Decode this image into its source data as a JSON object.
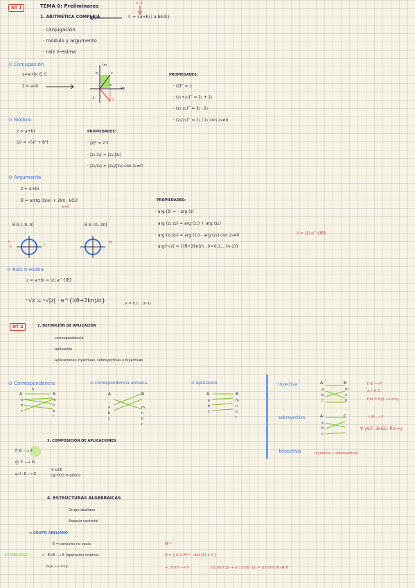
{
  "header": {
    "tag1": "NT 1",
    "title": "TEMA 0:  Preliminares",
    "section1": "1. ARITMÉTICA COMPLEJA",
    "set_def": "ℂ = {a+bi | a,b∈ℝ}",
    "sqrt_note": "√-1",
    "bullets": [
      "· conjugación",
      "· módulo y argumento",
      "· raíz n-esima"
    ]
  },
  "conj": {
    "title": "⊙ Conjugación",
    "z": "z=a+bi ∈ ℂ",
    "zbar": "z̄ = a-bi",
    "axis_b": "b",
    "axis_a": "a",
    "axis_neg_b": "-b",
    "axis_re": "Re",
    "axis_im": "Im",
    "axis_neg": "-1",
    "z_lbl": "z",
    "zbar_lbl": "z̄",
    "props_title": "PROPIEDADES:",
    "props": [
      "· (z̄)‾ = z",
      "· (z₁+z₂)‾ = z̄₁ + z̄₂",
      "· (z₁·z₂)‾ = z̄₁ · z̄₂",
      "· (z₁/z₂)‾ = z̄₁ / z̄₂      con z₂≠0"
    ]
  },
  "modulo": {
    "title": "⊙ Módulo",
    "z": "z = a+bi",
    "mod": "|z| = √(a² + b²)",
    "props_title": "PROPIEDADES:",
    "props": [
      "· |z|² = z·z̄",
      "· |z₁·z₂| = |z₁||z₂|",
      "· |z₁/z₂| = |z₁|/|z₂|        con z₂≠0"
    ]
  },
  "argumento": {
    "title": "⊙ Argumento",
    "z": "z = a+bi",
    "theta": "θ = arctg (b/a) + 2kπ , k∈ℤ",
    "k0": "k=0",
    "range1": "θ ∈ [-π, π]",
    "range2": "θ ∈ (0, 2π]",
    "pi_lbl": "π",
    "neg_pi": "-π",
    "zero_lbl": "0",
    "two_pi": "2π",
    "props_title": "PROPIEDADES:",
    "props": [
      "· arg (z̄) = - arg (z)",
      "· arg (z₁·z₂) = arg (z₁) + arg (z₂)",
      "· arg (z₁/z₂) = arg (z₁) - arg (z₂)     con z₂≠0",
      "· arg(ⁿ√z) = {(θ+2kπ)/n , k=0,1,...(n-1)}"
    ],
    "euler": "z = |z| e^{iθ}"
  },
  "raiz": {
    "title": "⊙ Raíz n-esima",
    "z": "z = a+bi = |z| e^{iθ}",
    "formula": "ⁿ√z = ⁿ√|z| · e^{i(θ+2kπ)/n}",
    "k_range": ", k = 0,1,...(n-1)"
  },
  "nt2": {
    "tag": "NT 2",
    "def_title": "2. DEFINICIÓN DE APLICACIÓN",
    "items": [
      "· correspondencia",
      "· aplicación",
      "· aplicaciones inyectivas, sobreyectivas y biyectivas"
    ],
    "corr_title": "⊙ Correspondencia",
    "corr_uni_title": "⊙ correspondencia unívoca",
    "aplic_title": "⊙ Aplicación",
    "f_lbl": "f₁",
    "A": "A",
    "B": "B",
    "a_items": [
      "a",
      "b",
      "c"
    ],
    "b_items": [
      "m",
      "n",
      "p",
      "r"
    ],
    "inyectiva": "· inyectiva",
    "sobreyectiva": "· sobreyectiva",
    "biyectiva": "· biyectiva",
    "biy_def": "inyectiva + sobreyectiva",
    "iny_def": [
      "f: E ⟶ F",
      "x,y ∈ E,",
      "f(x) = f(y) ⟹ x=y"
    ],
    "sob_def": [
      "f: E ⟶ F",
      "∀ y∈F, ∃x∈E: f(x)=y"
    ],
    "C": "C",
    "c_items": [
      "a",
      "b",
      "c"
    ]
  },
  "composicion": {
    "title": "3. COMPOSICIÓN DE APLICACIONES",
    "l1": "f: E ⟶ F",
    "l2": "g: F ⟶ G",
    "l3": "g∘f : E ⟶ G",
    "l4": "∀ x∈E",
    "l5": "(g∘f)(x) = g(f(x))"
  },
  "estructuras": {
    "title": "4. ESTRUCTURAS ALGEBRAICAS",
    "items": [
      "· Grupo abeliano",
      "· Espacio vectorial"
    ],
    "grupo_title": "⊙ GRUPO ABELIANO",
    "grupo_e": "E = conjunto no vacío",
    "estabilidad": "· ESTABILIDAD",
    "op": "+ : E×E ⟶ E        (operación interna)",
    "op_map": "(x,y) ⟼ x+y",
    "mat_space": "Mⁿˣⁿ",
    "mat_def": "H = { A ∈ Mⁿˣⁿ : det (A) ≠ 0 }",
    "mat_op": "+ : H×H ⟶ H",
    "mat_example": "((1 0)(0 1)) + ((-1 0)(0 -1)) = ((0 0)(0 0)) ∉ H"
  },
  "colors": {
    "red": "#d23a3a",
    "blue": "#3b6fd8",
    "green": "#7cc02a",
    "ink": "#2a2a40"
  }
}
